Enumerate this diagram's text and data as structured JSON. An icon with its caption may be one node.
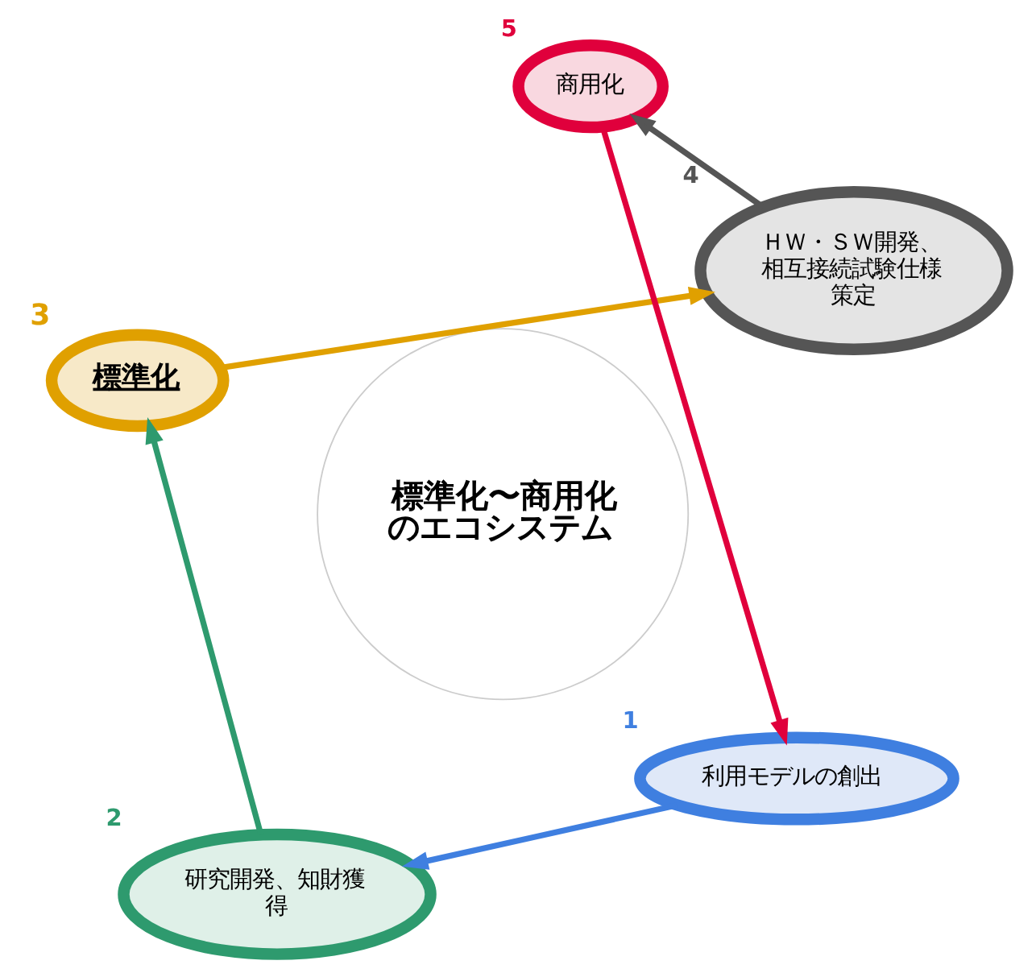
{
  "diagram": {
    "nodes": [
      {
        "text": [
          "標準化〜商用化のエコシステム"
        ]
      },
      {
        "text": [
          "利用モデルの創出"
        ],
        "beside": [
          "1"
        ]
      },
      {
        "text": [
          "研究開発、知財獲得"
        ],
        "beside": [
          "2"
        ]
      },
      {
        "text": [
          "標準化"
        ],
        "beside": [
          "3"
        ]
      },
      {
        "text": [
          "ＨＷ・ＳＷ開発、相互接続試験仕様策定"
        ],
        "beside": [
          "4"
        ]
      },
      {
        "text": [
          "商用化"
        ],
        "beside": [
          "5"
        ]
      }
    ],
    "edges": [
      {
        "from": 1,
        "to": 2,
        "arrow": "to",
        "color": "#3f7fe0"
      },
      {
        "from": 2,
        "to": 3,
        "arrow": "to",
        "color": "#2e9a6e"
      },
      {
        "from": 3,
        "to": 4,
        "arrow": "to",
        "color": "#e0a000"
      },
      {
        "from": 4,
        "to": 5,
        "arrow": "to",
        "color": "#555555"
      },
      {
        "from": 5,
        "to": 1,
        "arrow": "to",
        "color": "#e0003c"
      }
    ]
  }
}
